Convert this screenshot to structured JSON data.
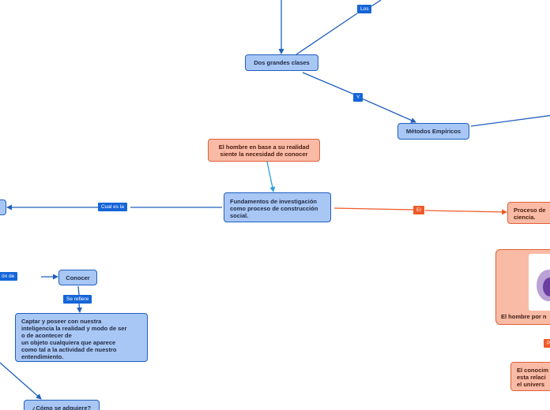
{
  "nodes": {
    "dos_grandes": "Dos grandes clases",
    "metodos_empiricos": "Métodos Empíricos",
    "hombre_realidad": "El hombre en base a su realidad\nsiente la necesidad de conocer",
    "fundamentos": "Fundamentos de investigación\ncomo proceso de construcción\nsocial.",
    "proceso": "Proceso de\nciencia.",
    "conocer": "Conocer",
    "captar": "Captar y poseer con nuestra\ninteligencia la realidad y modo de ser\no de acontecer de\nun objeto cualquiera que aparece\ncomo tal a la actividad de nuestro\nentendimiento.",
    "como_adquiere": "¿Cómo se adquiere?",
    "hombre_por": "El hombre por n",
    "conocim": "El conocim\nesta relaci\nel univers"
  },
  "tags": {
    "los": "Los",
    "y": "Y",
    "cual_es_la": "Cual es la",
    "el": "El",
    "se_refiere": "Se refiere",
    "on_de": "ón de",
    "p": "P"
  },
  "colors": {
    "blue_edge": "#1f5fbf",
    "orange_edge": "#ef5a28",
    "cyan_edge": "#2aa0e0"
  }
}
